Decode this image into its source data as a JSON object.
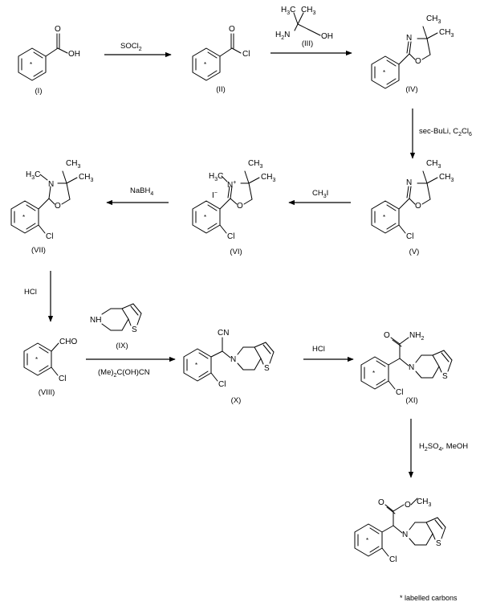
{
  "compound_labels": {
    "i": "(I)",
    "ii": "(II)",
    "iii": "(III)",
    "iv": "(IV)",
    "v": "(V)",
    "vi": "(VI)",
    "vii": "(VII)",
    "viii": "(VIII)",
    "ix": "(IX)",
    "x": "(X)",
    "xi": "(XI)"
  },
  "reagents": {
    "step1": "SOCl2",
    "step3": "sec-BuLi, C2Cl6",
    "step4": "CH3I",
    "step5": "NaBH4",
    "step6": "HCl",
    "step7": "(Me)2C(OH)CN",
    "step8": "HCl",
    "step9": "H2SO4, MeOH"
  },
  "atoms": {
    "oh": "OH",
    "o": "O",
    "cl": "Cl",
    "n": "N",
    "s": "S",
    "nh": "NH",
    "h2n": "H2N",
    "ch3": "CH3",
    "h3c": "H3C",
    "cn": "CN",
    "cho": "CHO",
    "nh2": "NH2",
    "iodide": "I",
    "n_plus": "N+",
    "star": "*",
    "h": "H"
  },
  "footnote": "* labelled carbons",
  "colors": {
    "ink": "#000000",
    "background": "#ffffff"
  }
}
